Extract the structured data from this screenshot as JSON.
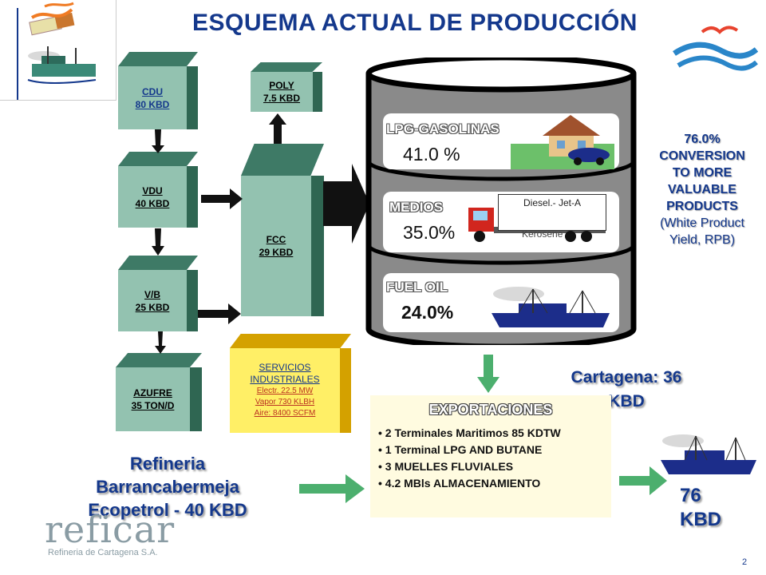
{
  "title": "ESQUEMA ACTUAL DE PRODUCCIÓN",
  "units": {
    "cdu": {
      "name": "CDU",
      "value": "80 KBD"
    },
    "vdu": {
      "name": "VDU",
      "value": "40 KBD"
    },
    "vb": {
      "name": "V/B",
      "value": "25 KBD"
    },
    "azufre": {
      "name": "AZUFRE",
      "value": "35 TON/D"
    },
    "poly": {
      "name": "POLY",
      "value": "7.5 KBD"
    },
    "fcc": {
      "name": "FCC",
      "value": "29 KBD"
    }
  },
  "servicios": {
    "title1": "SERVICIOS",
    "title2": "INDUSTRIALES",
    "electr": "Electr. 22.5 MW",
    "vapor": "Vapor 730 KLBH",
    "aire": "Aire: 8400 SCFM"
  },
  "tank": {
    "lpg": {
      "label": "LPG-GASOLINAS",
      "pct": "41.0 %"
    },
    "medios": {
      "label": "MEDIOS",
      "pct": "35.0%",
      "truck_text": "Diesel.- Jet-A",
      "truck_text2": "Kerosene"
    },
    "fuel": {
      "label": "FUEL OIL",
      "pct": "24.0%"
    }
  },
  "conversion": {
    "l1": "76.0%",
    "l2": "CONVERSION",
    "l3": "TO MORE",
    "l4": "VALUABLE",
    "l5": "PRODUCTS",
    "l6": "(White Product",
    "l7": "Yield, RPB)"
  },
  "cartagena": {
    "l1": "Cartagena: 36",
    "l2": "KBD"
  },
  "exportaciones": {
    "title": "EXPORTACIONES",
    "items": [
      "2 Terminales Maritimos  85 KDTW",
      "1 Terminal LPG AND BUTANE",
      "3 MUELLES FLUVIALES",
      "4.2 MBls ALMACENAMIENTO"
    ]
  },
  "refineria": {
    "l1": "Refineria",
    "l2": "Barrancabermeja",
    "l3": "Ecopetrol - 40 KBD"
  },
  "export_total": {
    "l1": "76",
    "l2": "KBD"
  },
  "logo": {
    "name": "reficar",
    "subtitle": "Refineria de Cartagena S.A."
  },
  "page_number": "2",
  "colors": {
    "blue": "#14388c",
    "green_box": "#93c2b0",
    "arrow_green": "#4caf6e",
    "tank_gray": "#8a8a8a"
  }
}
